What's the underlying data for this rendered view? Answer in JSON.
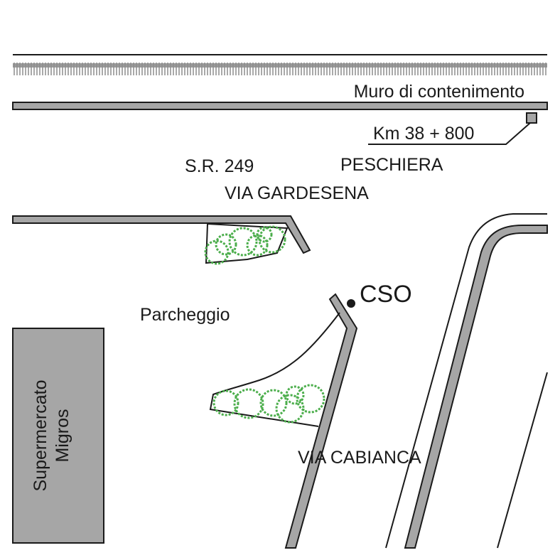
{
  "map": {
    "wall_label": "Muro di contenimento",
    "km_marker": "Km 38 + 800",
    "road_code": "S.R. 249",
    "town": "PESCHIERA",
    "main_street": "VIA GARDESENA",
    "parking": "Parcheggio",
    "cso_label": "CSO",
    "side_street": "VIA CABIANCA",
    "supermarket_line1": "Supermercato",
    "supermarket_line2": "Migros"
  },
  "colors": {
    "road_fill": "#a6a6a6",
    "building_fill": "#a6a6a6",
    "vegetation": "#4cae4c",
    "ink": "#1a1a1a"
  }
}
